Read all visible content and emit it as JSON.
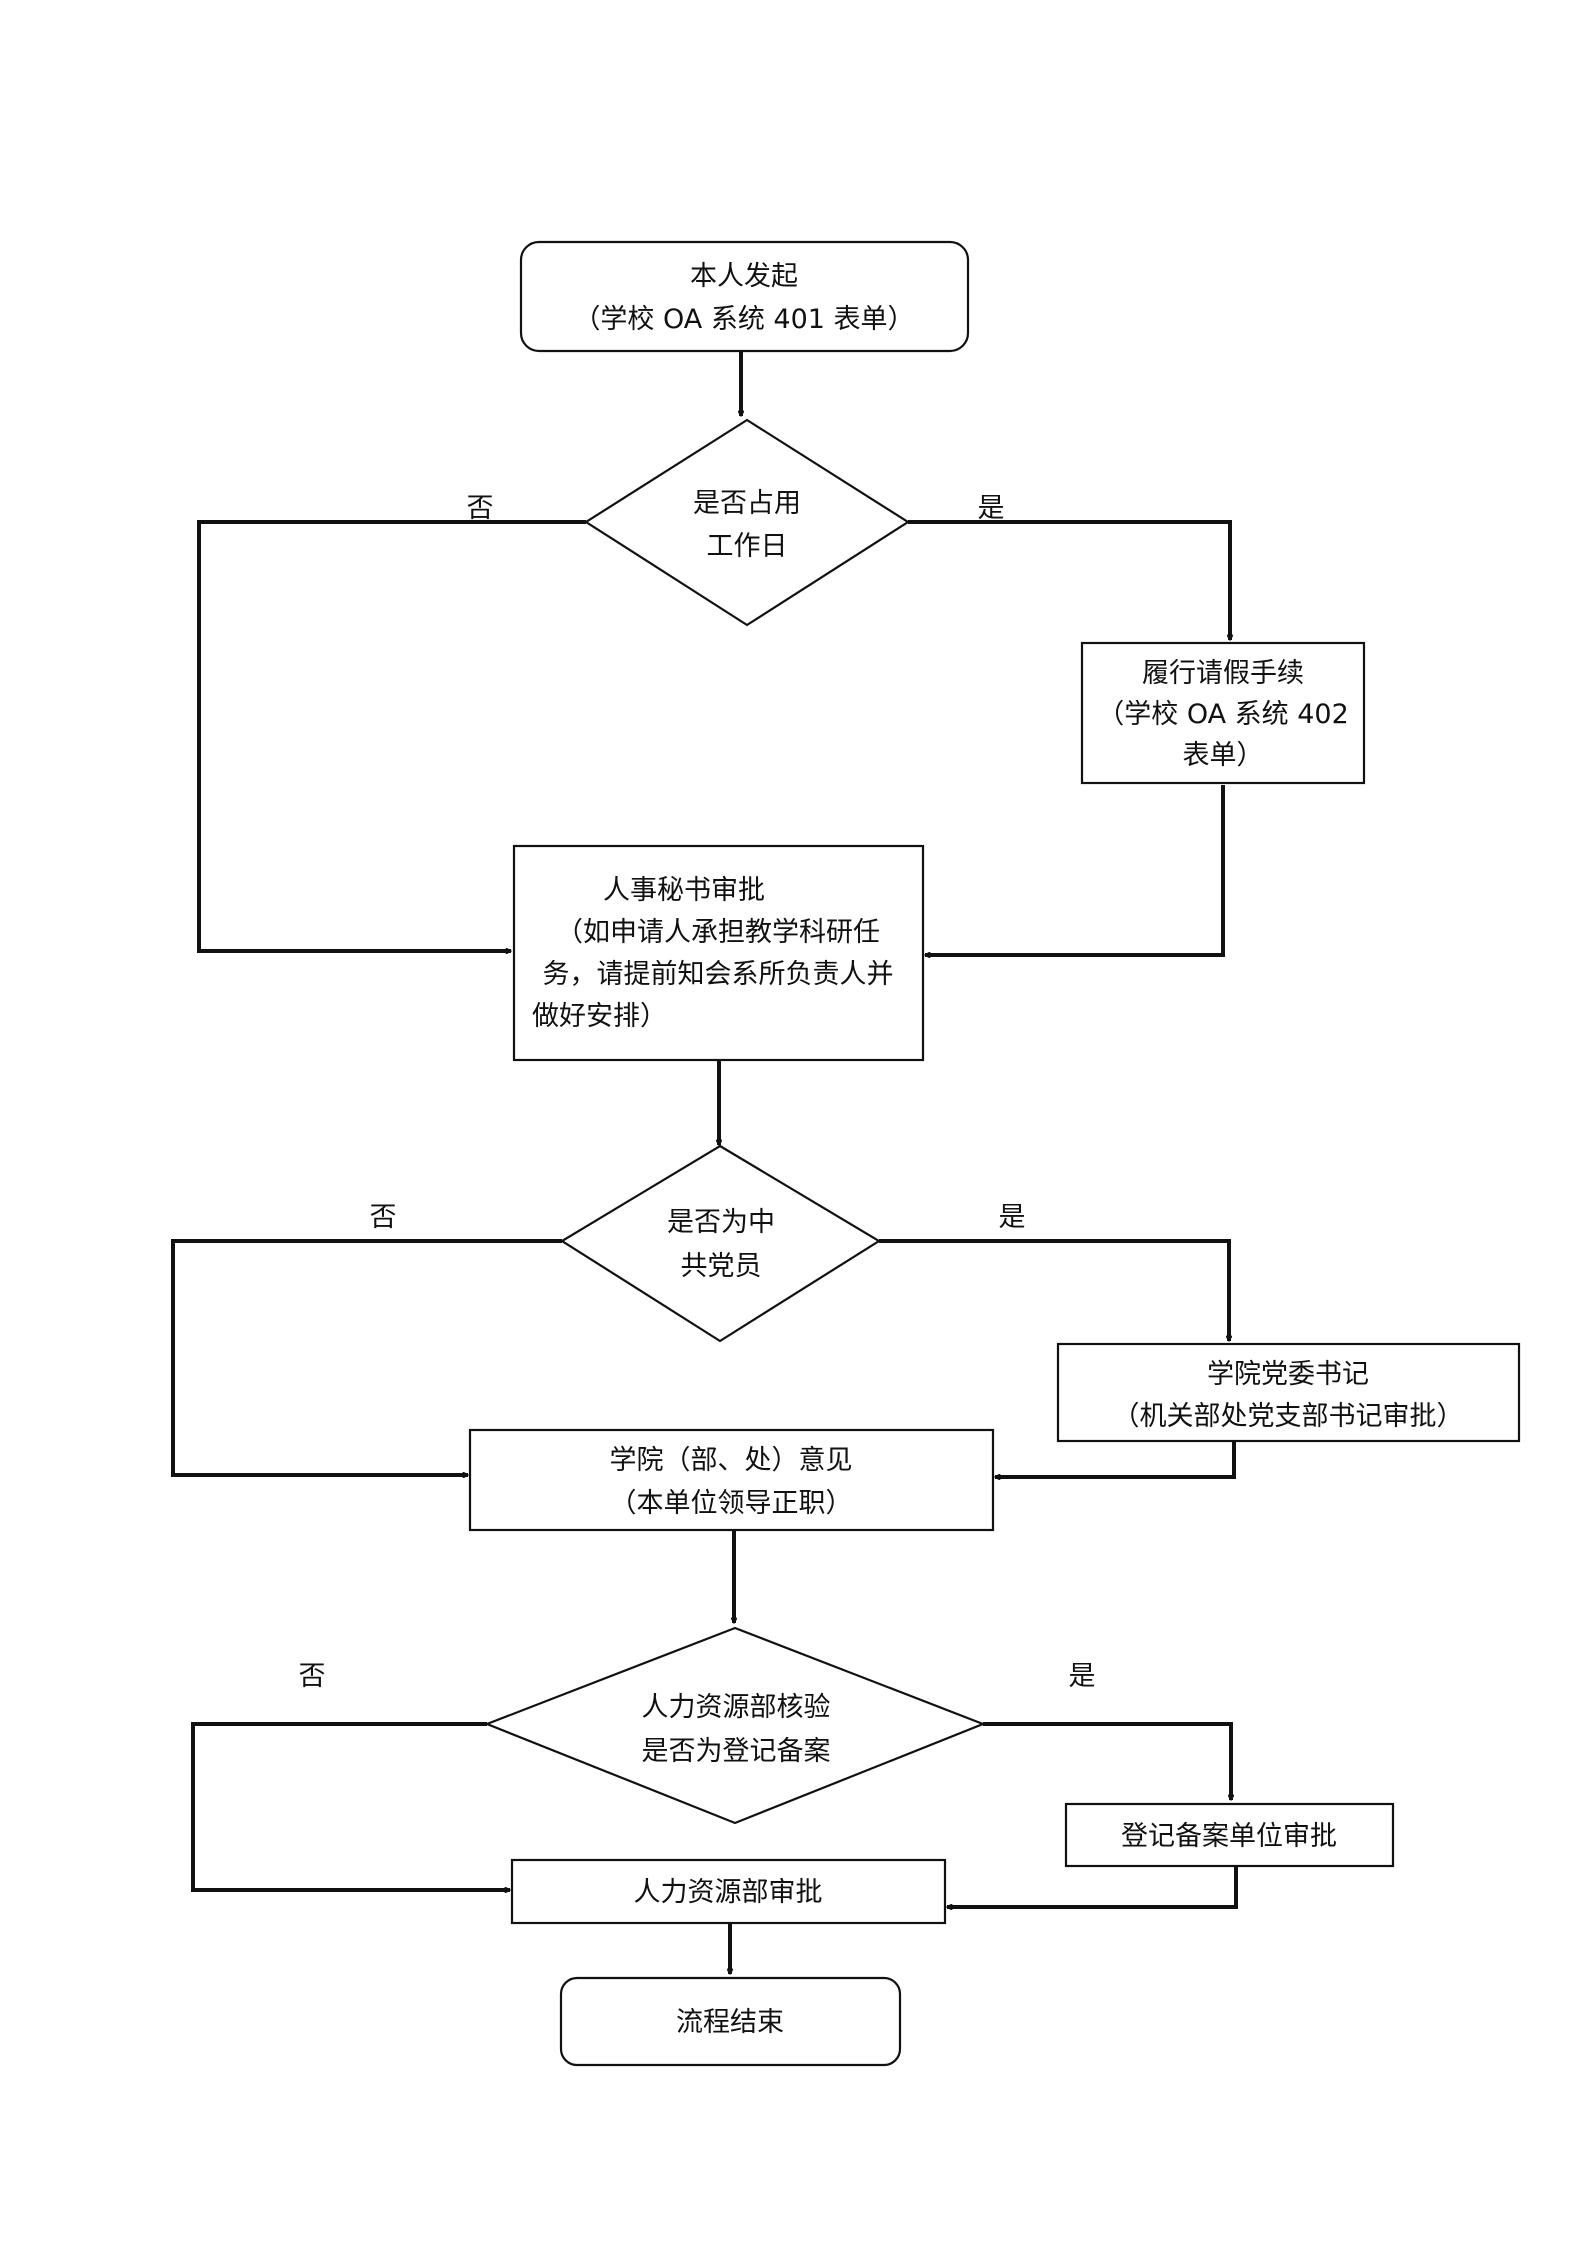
{
  "nodes": {
    "start": {
      "lines": [
        "本人发起",
        "（学校 OA 系统 401 表单）"
      ]
    },
    "decision_workday": {
      "lines": [
        "是否占用",
        "工作日"
      ]
    },
    "leave_procedure": {
      "lines": [
        "履行请假手续",
        "（学校 OA 系统 402",
        "表单）"
      ]
    },
    "hr_secretary": {
      "lines": [
        "人事秘书审批",
        "（如申请人承担教学科研任",
        "务，请提前知会系所负责人并",
        "做好安排）"
      ]
    },
    "decision_party": {
      "lines": [
        "是否为中",
        "共党员"
      ]
    },
    "party_secretary": {
      "lines": [
        "学院党委书记",
        "（机关部处党支部书记审批）"
      ]
    },
    "college_opinion": {
      "lines": [
        "学院（部、处）意见",
        "（本单位领导正职）"
      ]
    },
    "decision_filing": {
      "lines": [
        "人力资源部核验",
        "是否为登记备案"
      ]
    },
    "filing_unit": {
      "lines": [
        "登记备案单位审批"
      ]
    },
    "hr_approval": {
      "lines": [
        "人力资源部审批"
      ]
    },
    "end": {
      "lines": [
        "流程结束"
      ]
    }
  },
  "edge_labels": {
    "workday_no": "否",
    "workday_yes": "是",
    "party_no": "否",
    "party_yes": "是",
    "filing_no": "否",
    "filing_yes": "是"
  }
}
